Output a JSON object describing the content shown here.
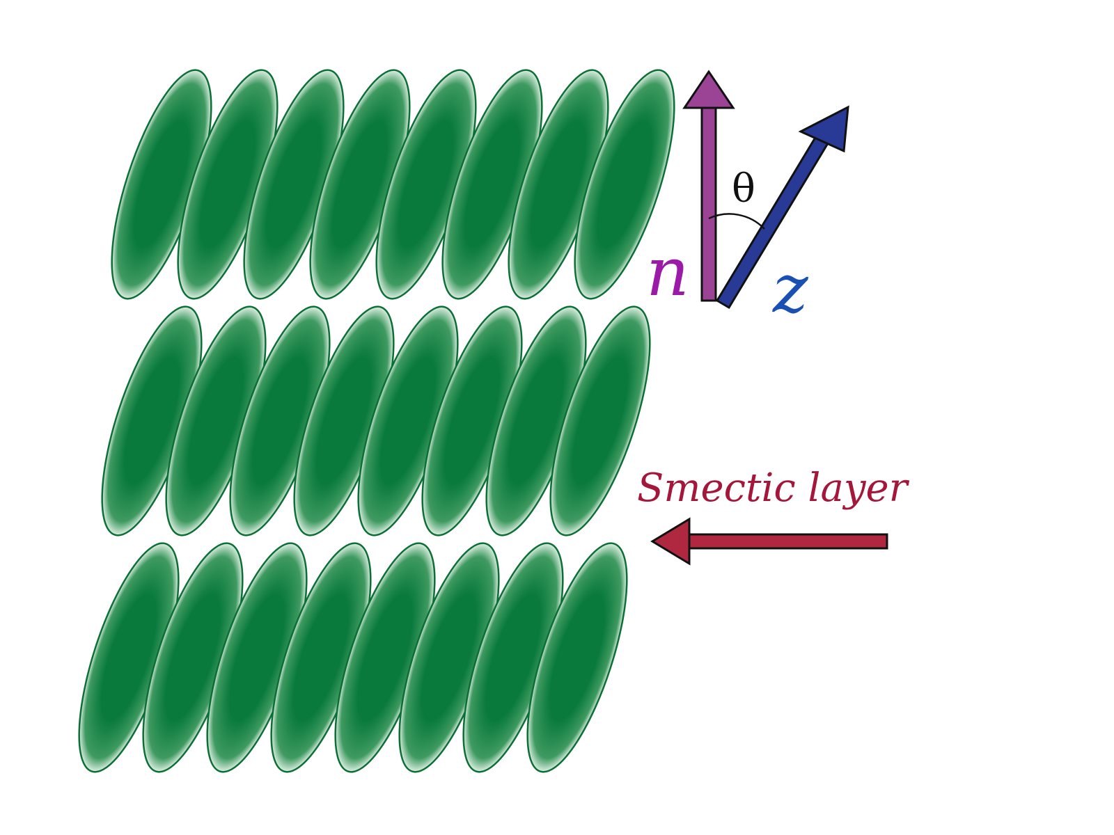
{
  "labels": {
    "n": "n",
    "z": "z",
    "theta": "θ",
    "smectic_layer": "Smectic layer"
  },
  "molecules": {
    "layers": 3,
    "per_layer": 8,
    "tilt_angle_deg": 18
  },
  "colors": {
    "molecule_fill": "#0a7a3c",
    "molecule_highlight": "#dff0e4",
    "molecule_stroke": "#0b6f36",
    "arrow_n": "#9b4496",
    "arrow_z": "#283a96",
    "label_n": "#9b1aa8",
    "label_z": "#1a4fb3",
    "smectic_arrow": "#b0283f",
    "smectic_text": "#a5173a",
    "outline": "#111111"
  }
}
